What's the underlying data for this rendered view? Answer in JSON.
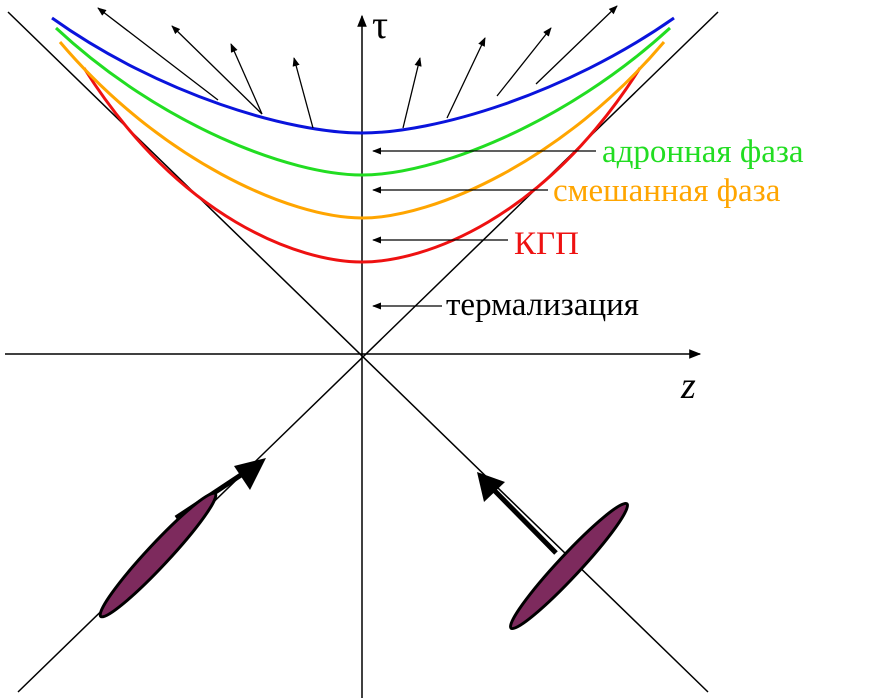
{
  "axes": {
    "time_label": "τ",
    "space_label": "z"
  },
  "phases": {
    "hadron": {
      "label": "адронная фаза",
      "color": "#22dd22"
    },
    "mixed": {
      "label": "смешанная фаза",
      "color": "#ffa500"
    },
    "qgp": {
      "label": "КГП",
      "color": "#ee1111"
    },
    "thermalization": {
      "label": "термализация",
      "color": "#000000"
    }
  },
  "curve_colors": {
    "blue": "#0a14dc",
    "green": "#22dd22",
    "orange": "#ffa500",
    "red": "#ee1111"
  },
  "nucleus_color": "#7d2a5d"
}
